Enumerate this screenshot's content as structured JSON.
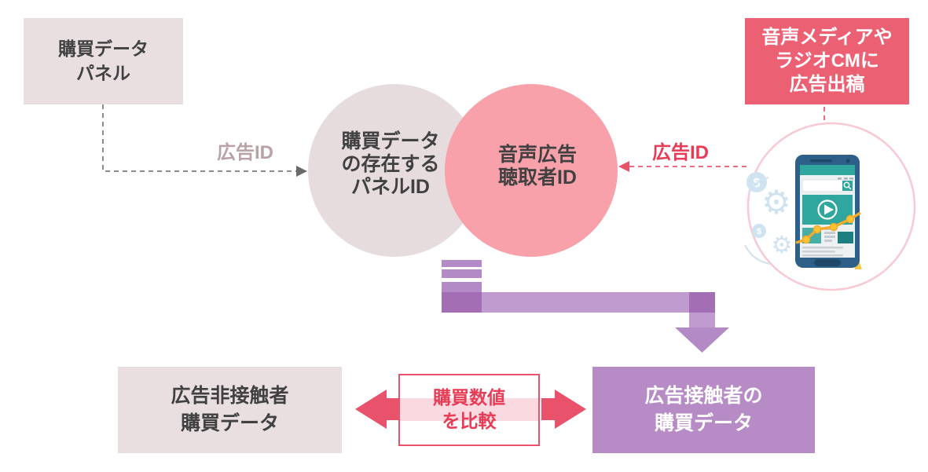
{
  "diagram": {
    "top_left_box": {
      "label": "購買データ\nパネル"
    },
    "top_right_box": {
      "label": "音声メディアや\nラジオCMに\n広告出稿"
    },
    "venn": {
      "left_circle": {
        "label": "購買データ\nの存在する\nパネルID"
      },
      "right_circle": {
        "label": "音声広告\n聴取者ID"
      }
    },
    "connector_labels": {
      "left_ad_id": "広告ID",
      "right_ad_id": "広告ID"
    },
    "bottom_left_box": {
      "label": "広告非接触者\n購買データ"
    },
    "bottom_right_box": {
      "label": "広告接触者の\n購買データ"
    },
    "compare_box": {
      "label": "購買数値\nを比較"
    }
  },
  "icons": {
    "smartphone": "smartphone-illustration",
    "play": "play-icon",
    "magnifier": "search-icon",
    "gears": "gear-icon",
    "dollar_coin": "dollar-coin-icon",
    "line_chart": "line-chart-icon"
  },
  "colors": {
    "beige": "#e9dfe1",
    "box_red": "#eb6173",
    "accent_red": "#e8536b",
    "dash_red": "#ee6b7f",
    "red_label": "#e73b56",
    "label_mauve": "#b9a2a7",
    "dash_gray": "#8c8c8c",
    "arrow_gray": "#6a6a6a",
    "text_dark": "#414141",
    "gray_circle": "#e6dcde",
    "pink_circle": "#f9a1ab",
    "overlap": "#dfb5bc",
    "purple_box": "#b78cc6",
    "purple_mid": "#b48ac6",
    "purple_light": "#c09bcf",
    "purple_dark": "#a46eb5",
    "compare_band": "#fbd9e0",
    "circle_border_pink": "#f8c9d3",
    "phone_blue": "#2d5f88",
    "phone_dark": "#1f4868",
    "teal": "#2fa79e",
    "teal_dark": "#1d7f80",
    "chart_yellow": "#f3aa2b",
    "dot_yellow": "#fcc335",
    "light_blue": "#cfe3f1"
  }
}
